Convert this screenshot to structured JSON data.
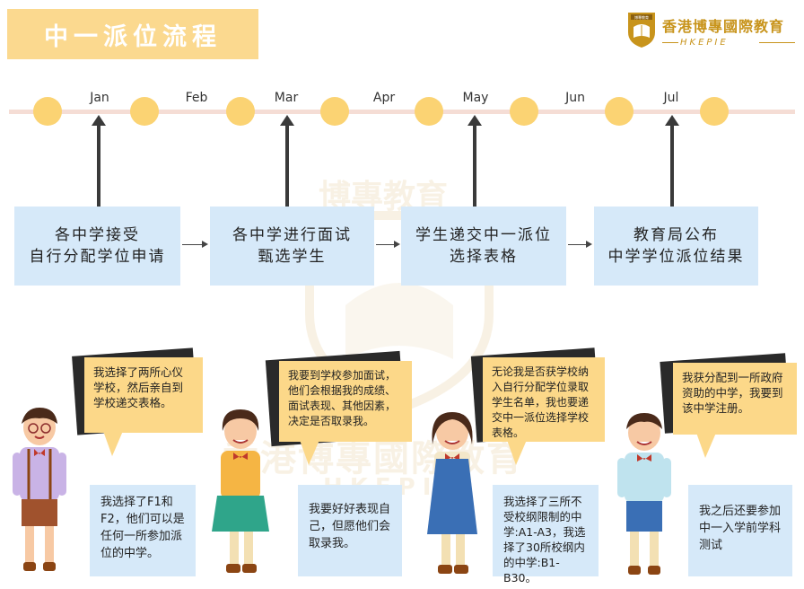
{
  "title": "中一派位流程",
  "logo": {
    "name": "香港博專國際教育",
    "sub": "HKEPIE",
    "badge": "博專教育"
  },
  "months": [
    "Jan",
    "Feb",
    "Mar",
    "Apr",
    "May",
    "Jun",
    "Jul"
  ],
  "steps": [
    {
      "line1": "各中学接受",
      "line2": "自行分配学位申请"
    },
    {
      "line1": "各中学进行面试",
      "line2": "甄选学生"
    },
    {
      "line1": "学生递交中一派位",
      "line2": "选择表格"
    },
    {
      "line1": "教育局公布",
      "line2": "中学学位派位结果"
    }
  ],
  "bubbles": [
    "我选择了两所心仪学校，然后亲自到学校递交表格。",
    "我要到学校参加面试，他们会根据我的成绩、面试表现、其他因素，决定是否取录我。",
    "无论我是否获学校纳入自行分配学位录取学生名单，我也要递交中一派位选择学校表格。",
    "我获分配到一所政府资助的中学，我要到该中学注册。"
  ],
  "notes": [
    "我选择了F1和F2，他们可以是任何一所参加派位的中学。",
    "我要好好表现自己，但愿他们会取录我。",
    "我选择了三所不受校纲限制的中学:A1-A3，我选择了30所校纲内的中学:B1-B30。",
    "我之后还要参加中一入学前学科测试"
  ],
  "watermark": {
    "top": "博專教育",
    "bottom": "香港博專國際教育",
    "sub": "HKEPIE"
  },
  "colors": {
    "banner": "#fbd98f",
    "dot": "#fbd373",
    "box": "#d6e9f9",
    "bubble": "#fcd889",
    "logo": "#c8941c"
  }
}
